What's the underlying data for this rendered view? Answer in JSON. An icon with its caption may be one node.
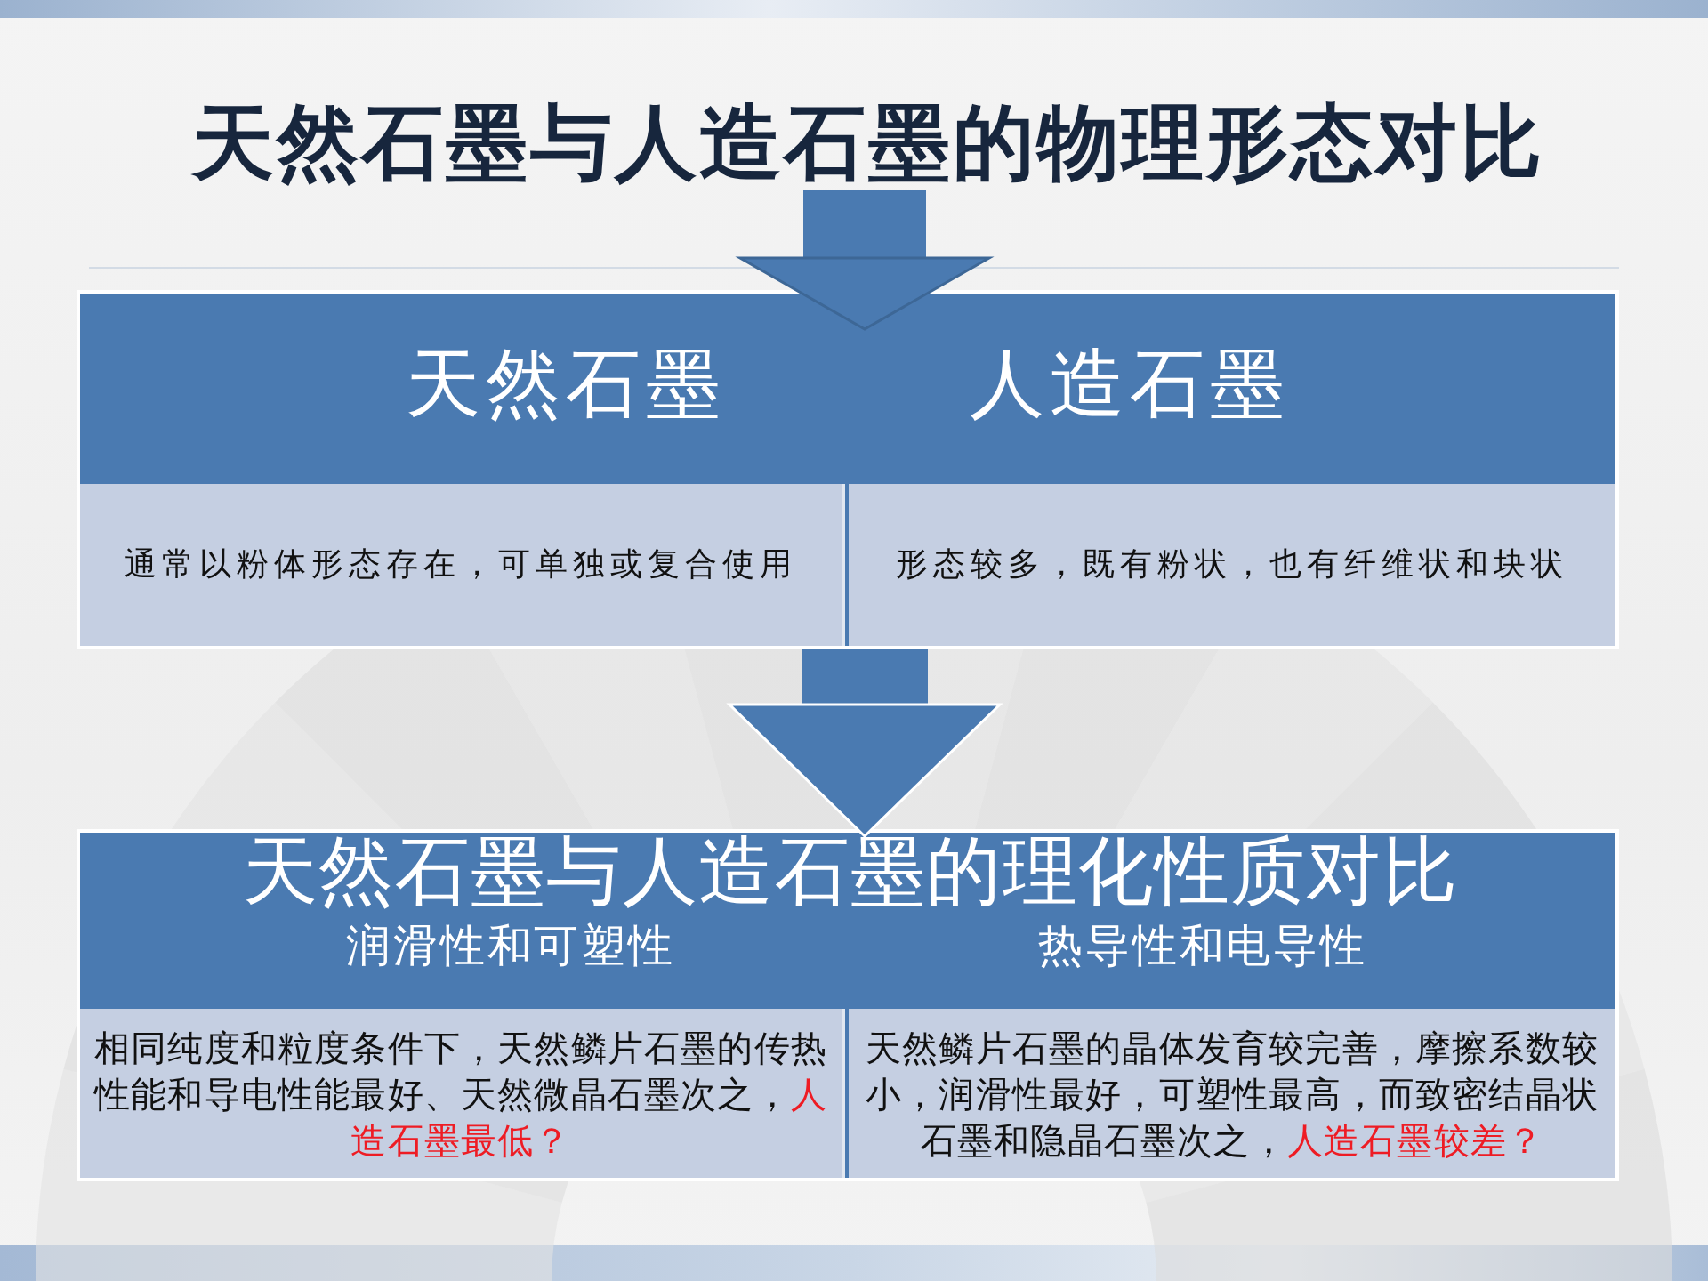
{
  "diagram": {
    "title": "天然石墨与人造石墨的物理形态对比",
    "nodes": [
      {
        "text": [],
        "shape": "box"
      },
      {
        "text": [
          "天然石墨"
        ],
        "in": 0
      },
      {
        "text": [
          "人造石墨"
        ],
        "in": 0
      },
      {
        "text": [
          "通常以粉体形态存在，可单独或复合使用"
        ],
        "in": 0
      },
      {
        "text": [
          "形态较多，既有粉状，也有纤维状和块状"
        ],
        "in": 0
      },
      {
        "text": [
          "天然石墨与人造石墨的理化性质对比"
        ]
      },
      {
        "text": [
          "润滑性和可塑性"
        ],
        "in": 5
      },
      {
        "text": [
          "热导性和电导性"
        ],
        "in": 5
      },
      {
        "text": [
          "相同纯度和粒度条件下，天然鳞片石墨的传热性能和导电性能最好、天然微晶石墨次之，",
          "人造石墨最低？"
        ],
        "in": 5
      },
      {
        "text": [
          "天然鳞片石墨的晶体发育较完善，摩擦系数较小，润滑性最好，可塑性最高，而致密结晶状石墨和隐晶石墨次之，",
          "人造石墨较差？"
        ],
        "in": 5
      }
    ],
    "edges": [
      {
        "from": null,
        "to": 0,
        "arrow": "to"
      },
      {
        "from": 0,
        "to": 5,
        "arrow": "to"
      }
    ]
  }
}
